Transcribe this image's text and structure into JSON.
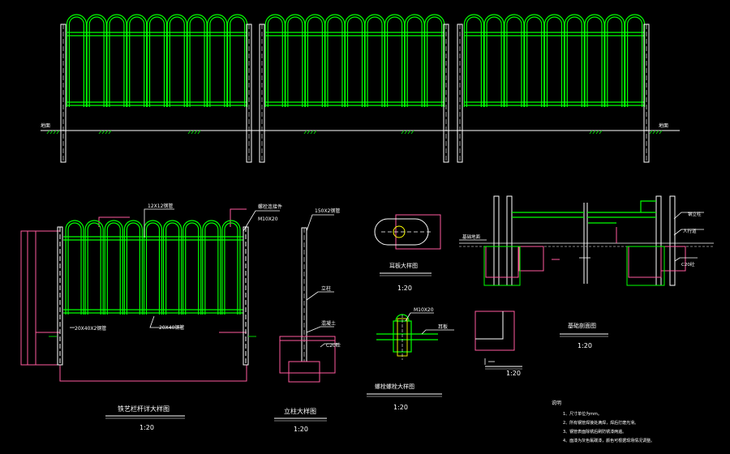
{
  "elevation": {
    "ground_left_label": "地面",
    "ground_right_label": "地面"
  },
  "detail_elevation": {
    "pipe_label_top": "12X12钢管",
    "bolt_label": "M10X20",
    "bolt_note": "螺栓连接件",
    "rail_label": "20X40X2钢管",
    "picket_label": "20X40钢管",
    "title": "铁艺栏杆详大样图",
    "scale": "1:20"
  },
  "post_section": {
    "top_label": "150X2钢管",
    "post_label": "立柱",
    "base_label": "混凝土",
    "size_label": "C20砼",
    "title": "立柱大样图",
    "scale": "1:20"
  },
  "ear_plate": {
    "title": "耳板大样图",
    "scale": "1:20"
  },
  "bolt_detail": {
    "bolt_label": "M10X20",
    "plate_label": "耳板",
    "title": "螺栓螺栓大样图",
    "scale": "1:20"
  },
  "foundation": {
    "label_ground": "基础地面",
    "label_post": "钢立柱",
    "label_pave": "人行道",
    "label_concrete": "C20砼",
    "title": "基础剖面图",
    "scale": "1:20"
  },
  "small_detail": {
    "scale": "1:20"
  },
  "notes": {
    "heading": "说明",
    "items": [
      "1、尺寸单位为mm。",
      "2、所有钢管焊接处满焊，焊后打磨光滑。",
      "3、钢管表面除锈后刷防锈漆两遍。",
      "4、面漆为灰色氟碳漆，颜色可根据现场情况调整。"
    ]
  }
}
